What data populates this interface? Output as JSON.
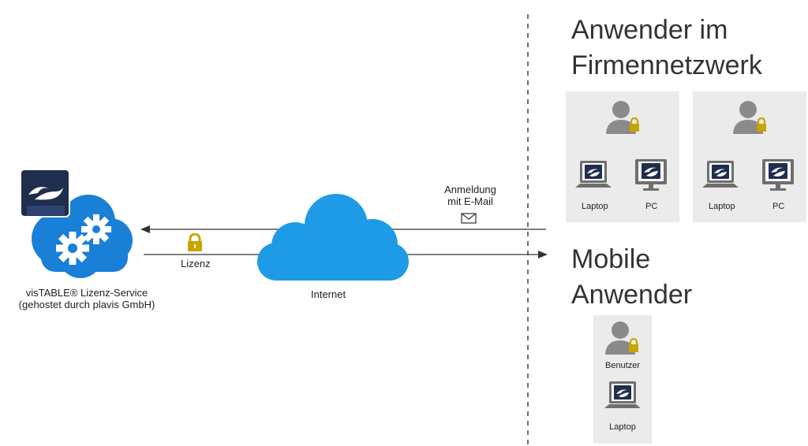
{
  "service": {
    "label_line1": "visTABLE® Lizenz-Service",
    "label_line2": "(gehostet durch plavis GmbH)",
    "icon": "service-cloud-gear-icon"
  },
  "flow": {
    "license_label": "Lizenz",
    "login_label_line1": "Anmeldung",
    "login_label_line2": "mit E-Mail",
    "internet_label": "Internet"
  },
  "company_users": {
    "heading_line1": "Anwender im",
    "heading_line2": "Firmennetzwerk",
    "groups": [
      {
        "laptop_label": "Laptop",
        "pc_label": "PC"
      },
      {
        "laptop_label": "Laptop",
        "pc_label": "PC"
      }
    ]
  },
  "mobile_users": {
    "heading_line1": "Mobile",
    "heading_line2": "Anwender",
    "user_label": "Benutzer",
    "laptop_label": "Laptop"
  },
  "colors": {
    "cloud": "#1e9be6",
    "service_cloud": "#1a7fd6",
    "lock": "#c8a400",
    "app_dark": "#1f2d4e",
    "user_gray": "#8a8a8a",
    "device_gray": "#6e6e6e",
    "box_bg": "#ebebeb"
  }
}
